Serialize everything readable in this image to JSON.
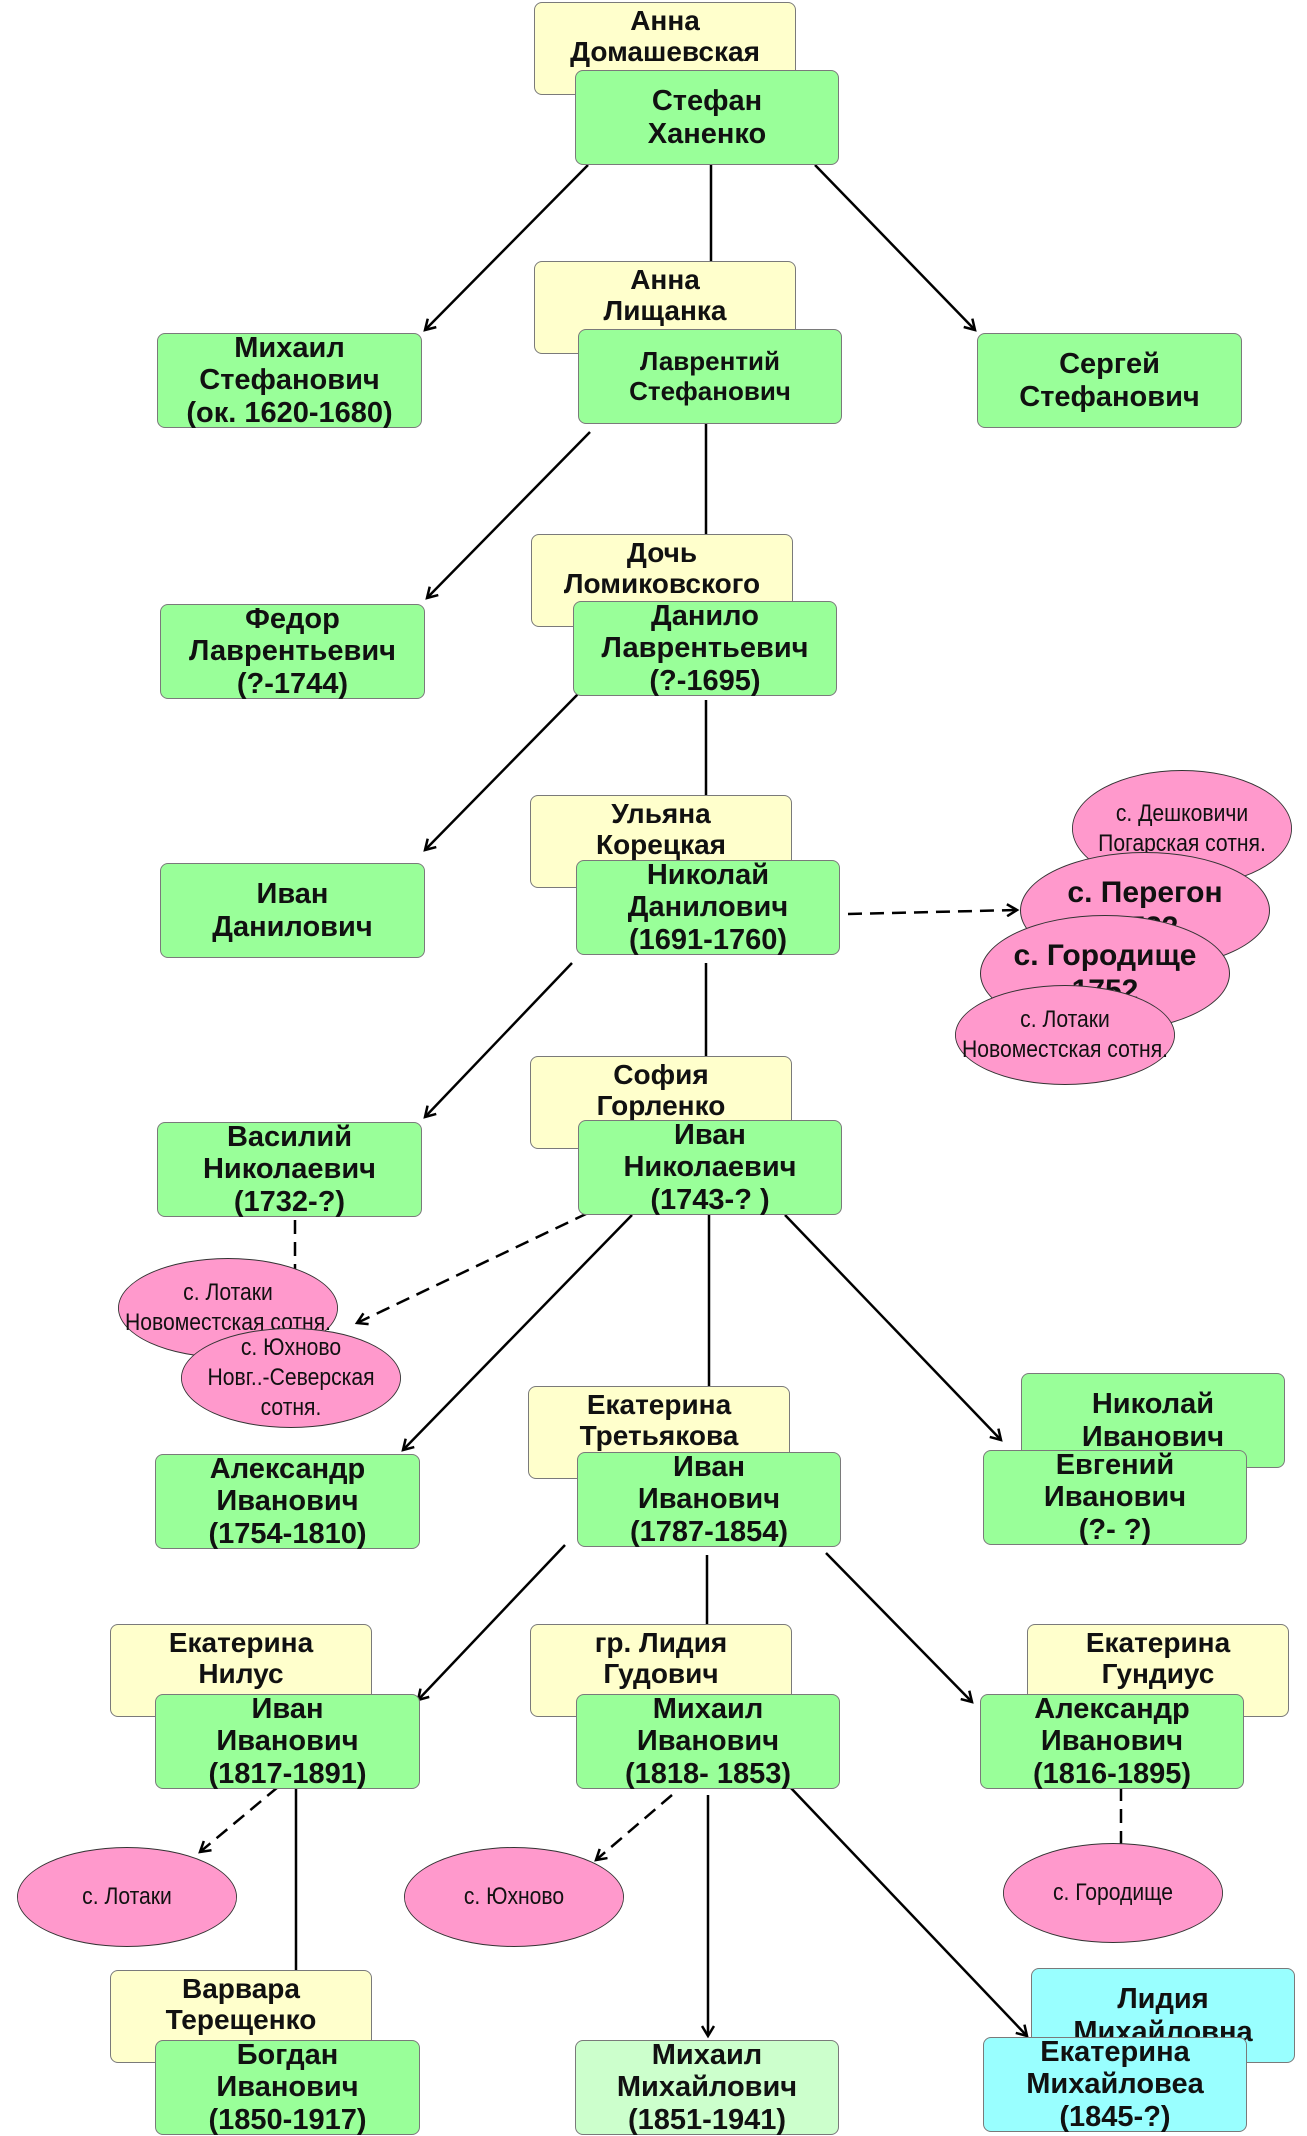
{
  "nodes": {
    "anna_d": {
      "text": "Анна\nДомашевская"
    },
    "stefan": {
      "text": "Стефан\nХаненко"
    },
    "mikhail_s": {
      "text": "Михаил\nСтефанович\n(ок. 1620-1680)"
    },
    "anna_l": {
      "text": "Анна\nЛищанка"
    },
    "lavrentiy": {
      "text": "Лаврентий\nСтефанович"
    },
    "sergey": {
      "text": "Сергей\nСтефанович"
    },
    "fedor": {
      "text": "Федор\nЛаврентьевич\n(?-1744)"
    },
    "doch": {
      "text": "Дочь\nЛомиковского"
    },
    "danilo": {
      "text": "Данило\nЛаврентьевич\n(?-1695)"
    },
    "ivan_d": {
      "text": "Иван\nДанилович"
    },
    "ulyana": {
      "text": "Ульяна\nКорецкая"
    },
    "nikolay_d": {
      "text": "Николай\nДанилович\n(1691-1760)"
    },
    "vasiliy": {
      "text": "Василий\nНиколаевич\n(1732-?)"
    },
    "sofia": {
      "text": "София\nГорленко"
    },
    "ivan_n": {
      "text": "Иван\nНиколаевич\n(1743-? )"
    },
    "aleksandr_i1": {
      "text": "Александр\nИванович\n(1754-1810)"
    },
    "ekaterina_t": {
      "text": "Екатерина\nТретьякова"
    },
    "ivan_i": {
      "text": "Иван\nИванович\n(1787-1854)"
    },
    "nikolay_i": {
      "text": "Николай\nИванович"
    },
    "evgeniy": {
      "text": "Евгений\nИванович\n(?- ?)"
    },
    "ekaterina_n": {
      "text": "Екатерина\nНилус"
    },
    "ivan_ii": {
      "text": "Иван\nИванович\n(1817-1891)"
    },
    "lidia_g": {
      "text": "гр. Лидия\nГудович"
    },
    "mikhail_i": {
      "text": "Михаил\nИванович\n(1818- 1853)"
    },
    "ekaterina_g": {
      "text": "Екатерина\nГундиус"
    },
    "aleksandr_i2": {
      "text": "Александр\nИванович\n(1816-1895)"
    },
    "varvara": {
      "text": "Варвара\nТерещенко"
    },
    "bogdan": {
      "text": "Богдан\nИванович\n(1850-1917)"
    },
    "mikhail_m": {
      "text": "Михаил\nМихайлович\n(1851-1941)"
    },
    "lidia_m": {
      "text": "Лидия\nМихайловна"
    },
    "ekaterina_m": {
      "text": "Екатерина\nМихайловеа\n(1845-?)"
    }
  },
  "places": {
    "deshkovichi": {
      "text": "с. Дешковичи\nПогарская сотня."
    },
    "peregon": {
      "text": "с. Перегон\n1722"
    },
    "gorodishche1": {
      "text": "с. Городище\n1752"
    },
    "lotaki1": {
      "text": "с. Лотаки\nНовоместская сотня."
    },
    "lotaki2": {
      "text": "с. Лотаки\nНовоместская сотня."
    },
    "yukhnovo1": {
      "text": "с. Юхново\nНовг..-Северская сотня."
    },
    "lotaki3": {
      "text": "с. Лотаки"
    },
    "yukhnovo2": {
      "text": "с. Юхново"
    },
    "gorodishche2": {
      "text": "с. Городище"
    }
  },
  "colors": {
    "person": "#99ff99",
    "spouse": "#ffffcc",
    "person_light": "#ccffcc",
    "person_cyan": "#99ffff",
    "place": "#ff99cc",
    "line": "#000000"
  }
}
